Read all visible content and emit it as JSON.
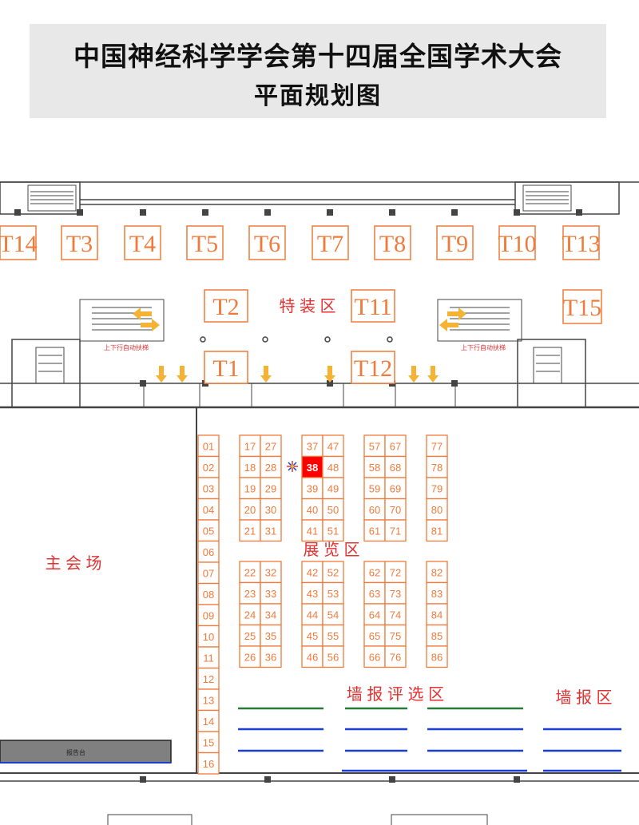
{
  "title": {
    "line1": "中国神经科学学会第十四届全国学术大会",
    "line2": "平面规划图"
  },
  "zones": {
    "special": "特 装 区",
    "exhibition": "展 览 区",
    "main_hall": "主 会 场",
    "poster_selection": "墙 报 评 选 区",
    "poster": "墙 报 区"
  },
  "escalator_label": "上下行自动扶梯",
  "stage_label": "报告台",
  "highlight_booth": "38",
  "colors": {
    "booth": "#f07a3a",
    "zone_text": "#e33030",
    "highlight": "#ff0000",
    "arrow": "#f5b335",
    "green_line": "#2a7a3a",
    "blue_line": "#1a3fd0",
    "wall": "#444444"
  },
  "t_booths_top": [
    "T14",
    "T3",
    "T4",
    "T5",
    "T6",
    "T7",
    "T8",
    "T9",
    "T10",
    "T13"
  ],
  "t_booths_mid": [
    "T2",
    "T11",
    "T15",
    "T1",
    "T12"
  ],
  "booths": {
    "col_01_16": [
      "01",
      "02",
      "03",
      "04",
      "05",
      "06",
      "07",
      "08",
      "09",
      "10",
      "11",
      "12",
      "13",
      "14",
      "15",
      "16"
    ],
    "upper_17_21": [
      "17",
      "18",
      "19",
      "20",
      "21"
    ],
    "upper_27_31": [
      "27",
      "28",
      "29",
      "30",
      "31"
    ],
    "upper_37_41": [
      "37",
      "38",
      "39",
      "40",
      "41"
    ],
    "upper_47_51": [
      "47",
      "48",
      "49",
      "50",
      "51"
    ],
    "upper_57_61": [
      "57",
      "58",
      "59",
      "60",
      "61"
    ],
    "upper_67_71": [
      "67",
      "68",
      "69",
      "70",
      "71"
    ],
    "upper_77_81": [
      "77",
      "78",
      "79",
      "80",
      "81"
    ],
    "lower_22_26": [
      "22",
      "23",
      "24",
      "25",
      "26"
    ],
    "lower_32_36": [
      "32",
      "33",
      "34",
      "35",
      "36"
    ],
    "lower_42_46": [
      "42",
      "43",
      "44",
      "45",
      "46"
    ],
    "lower_52_56": [
      "52",
      "53",
      "54",
      "55",
      "56"
    ],
    "lower_62_66": [
      "62",
      "63",
      "64",
      "65",
      "66"
    ],
    "lower_72_76": [
      "72",
      "73",
      "74",
      "75",
      "76"
    ],
    "lower_82_86": [
      "82",
      "83",
      "84",
      "85",
      "86"
    ]
  }
}
